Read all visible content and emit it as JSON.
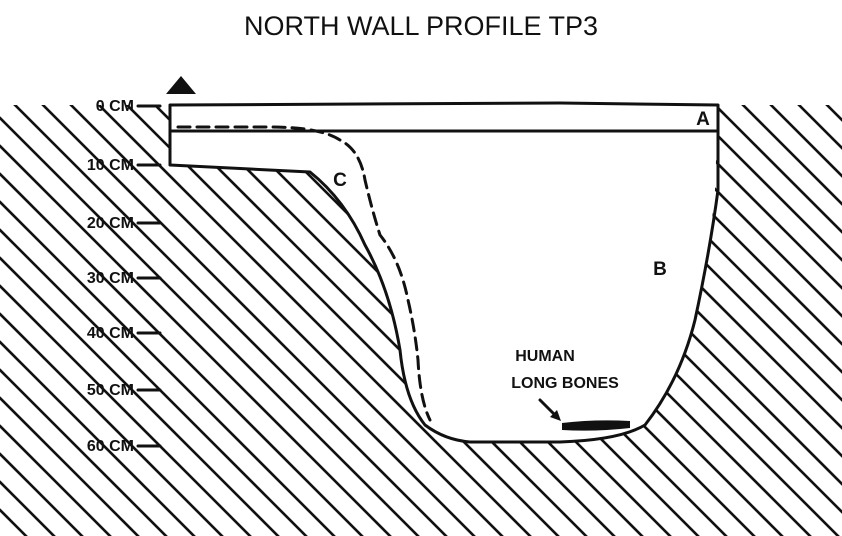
{
  "title": "NORTH WALL PROFILE TP3",
  "datum_marker": "triangle",
  "depth_scale": {
    "unit": "CM",
    "ticks": [
      "0 CM",
      "10 CM",
      "20 CM",
      "30 CM",
      "40 CM",
      "50 CM",
      "60 CM"
    ]
  },
  "layers": {
    "a": "A",
    "b": "B",
    "c": "C"
  },
  "annotation": {
    "line1": "HUMAN",
    "line2": "LONG BONES"
  },
  "colors": {
    "ink": "#111111",
    "background": "#ffffff"
  }
}
